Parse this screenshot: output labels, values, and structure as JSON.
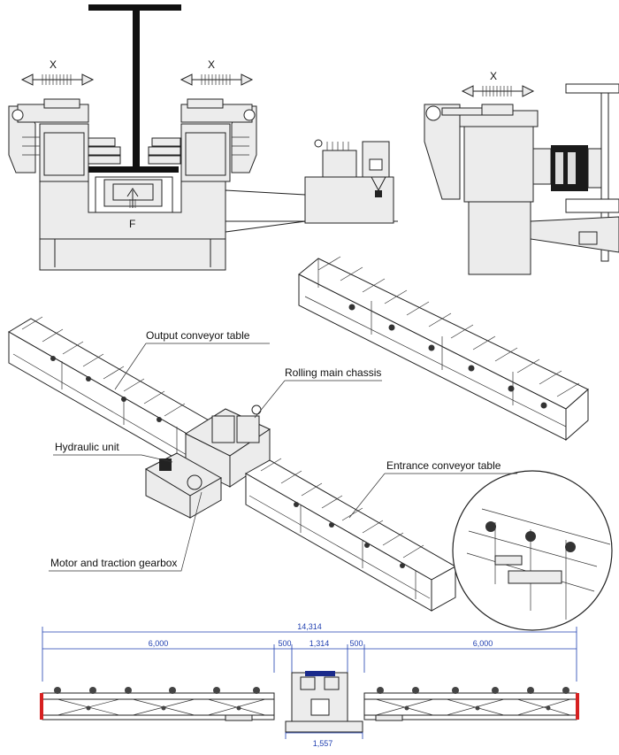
{
  "top_section": {
    "axis_labels": [
      "X",
      "X",
      "X"
    ],
    "force_label": "F"
  },
  "callouts": {
    "output_table": "Output conveyor table",
    "main_chassis": "Rolling main chassis",
    "hydraulic_unit": "Hydraulic unit",
    "entrance_table": "Entrance conveyor table",
    "motor_gearbox": "Motor and traction gearbox"
  },
  "dimensions": {
    "overall": "14,314",
    "left_table": "6,000",
    "gap_left": "500",
    "chassis": "1,314",
    "gap_right": "500",
    "right_table": "6,000",
    "base_width": "1,557"
  },
  "colors": {
    "dimension_line": "#1f3fb0",
    "edge_marker": "#d62020",
    "clamp_bar": "#1a2a8c"
  }
}
